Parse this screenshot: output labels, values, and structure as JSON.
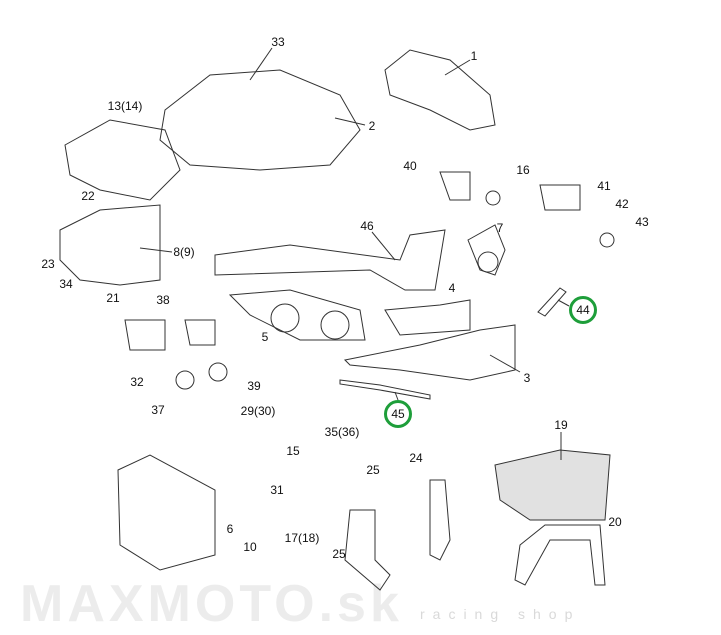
{
  "watermark": {
    "brand": "MAXMOTO.sk",
    "tagline": "racing shop"
  },
  "highlight_color": "#1e9e3a",
  "labels": {
    "p33": "33",
    "p1": "1",
    "p2": "2",
    "p13": "13(14)",
    "p22": "22",
    "p23": "23",
    "p34": "34",
    "p8": "8(9)",
    "p21": "21",
    "p40": "40",
    "p16": "16",
    "p41": "41",
    "p42": "42",
    "p43": "43",
    "p46": "46",
    "p7": "7",
    "p4": "4",
    "p44": "44",
    "p5": "5",
    "p38": "38",
    "p32": "32",
    "p37": "37",
    "p39": "39",
    "p3": "3",
    "p45": "45",
    "p29": "29(30)",
    "p35": "35(36)",
    "p15": "15",
    "p19": "19",
    "p25a": "25",
    "p24": "24",
    "p31": "31",
    "p6": "6",
    "p10": "10",
    "p17": "17(18)",
    "p25b": "25",
    "p20": "20"
  }
}
